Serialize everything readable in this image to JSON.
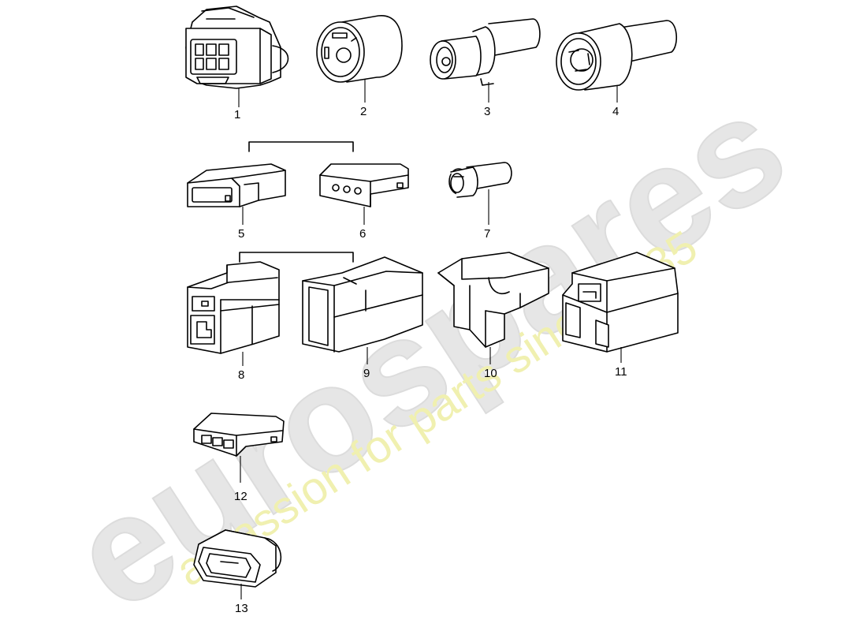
{
  "watermark": {
    "brand": "eurospares",
    "tagline": "a passion for parts since 1985",
    "brand_color": "#e6e6e6",
    "tagline_color": "#f0f0b0"
  },
  "callouts": [
    {
      "id": 1,
      "label": "1"
    },
    {
      "id": 2,
      "label": "2"
    },
    {
      "id": 3,
      "label": "3"
    },
    {
      "id": 4,
      "label": "4"
    },
    {
      "id": 5,
      "label": "5"
    },
    {
      "id": 6,
      "label": "6"
    },
    {
      "id": 7,
      "label": "7"
    },
    {
      "id": 8,
      "label": "8"
    },
    {
      "id": 9,
      "label": "9"
    },
    {
      "id": 10,
      "label": "10"
    },
    {
      "id": 11,
      "label": "11"
    },
    {
      "id": 12,
      "label": "12"
    },
    {
      "id": 13,
      "label": "13"
    }
  ]
}
